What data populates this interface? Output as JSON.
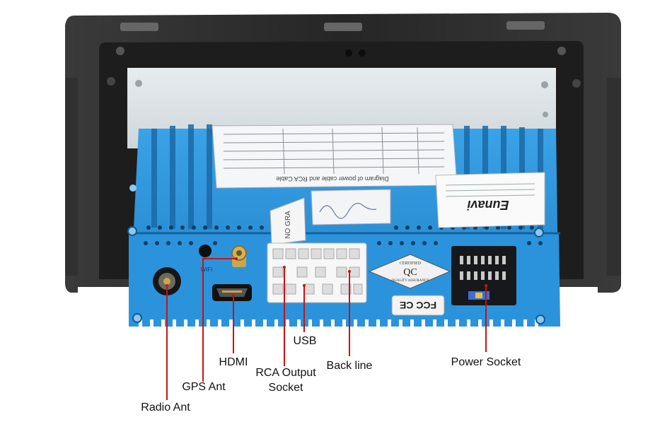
{
  "product": {
    "brand": "Eunavi",
    "sticker_title": "Diagram of power cable and RCA Cable",
    "qc_badge": {
      "top": "CERTIFIED",
      "main": "QC",
      "bottom": "QUALITY ASSURANCE"
    },
    "marks": "FCC CE",
    "port_text": "WIFI",
    "label_text": "NO GRA"
  },
  "callouts": {
    "radio_ant": "Radio Ant",
    "gps_ant": "GPS Ant",
    "hdmi": "HDMI",
    "rca_output": "RCA Output Socket",
    "usb": "USB",
    "back_line": "Back line",
    "power_socket": "Power Socket"
  },
  "colors": {
    "unit_blue": "#2a8fd6",
    "unit_blue_dark": "#1c6fb0",
    "frame": "#2b2b2b",
    "callout_line": "#c41414"
  }
}
